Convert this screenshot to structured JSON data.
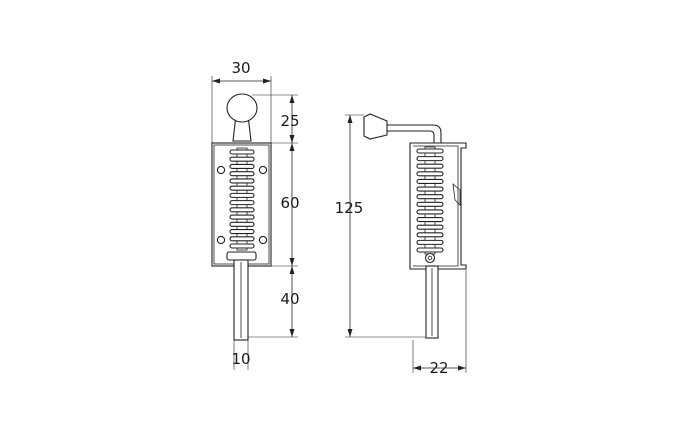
{
  "dimensions": {
    "front_width": "30",
    "knob_height": "25",
    "body_height": "60",
    "pin_length": "40",
    "pin_diameter": "10",
    "total_length": "125",
    "side_depth": "22"
  }
}
